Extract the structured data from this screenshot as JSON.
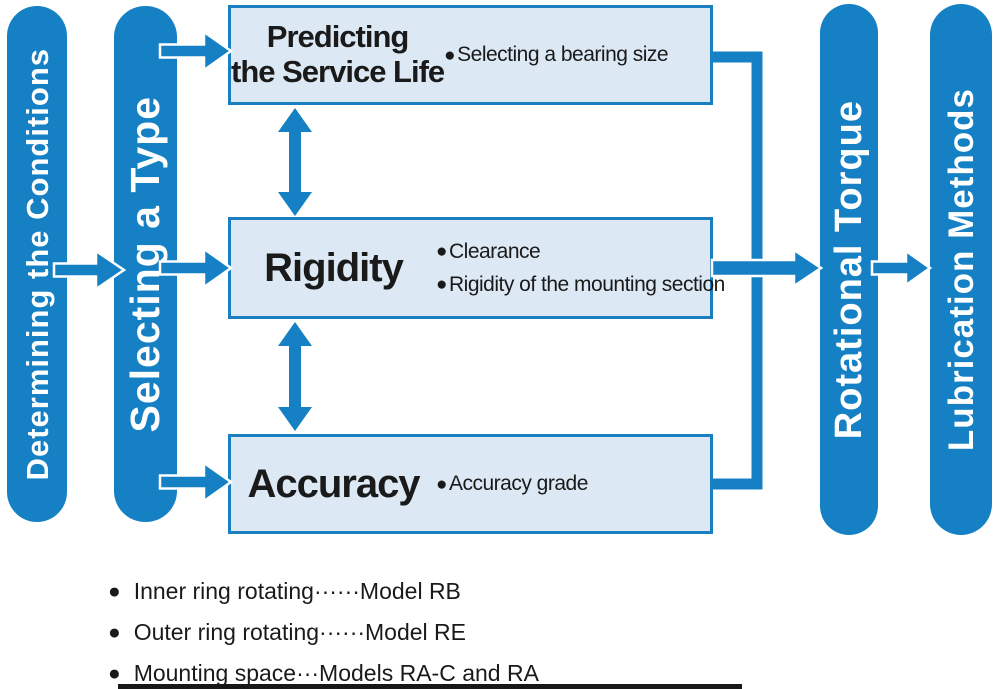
{
  "bullet_char": "●",
  "pills": {
    "determining": "Determining the Conditions",
    "selecting_type": "Selecting a Type",
    "rotational_torque": "Rotational Torque",
    "lubrication_methods": "Lubrication Methods"
  },
  "boxes": [
    {
      "title_lines": [
        "Predicting",
        "the Service Life"
      ],
      "bullets": [
        "Selecting a bearing size"
      ]
    },
    {
      "title_lines": [
        "Rigidity"
      ],
      "bullets": [
        "Clearance",
        "Rigidity of the mounting section"
      ]
    },
    {
      "title_lines": [
        "Accuracy"
      ],
      "bullets": [
        "Accuracy grade"
      ]
    }
  ],
  "notes": [
    "Inner ring rotating······Model RB",
    "Outer ring rotating······Model RE",
    "Mounting space···Models RA-C and RA"
  ],
  "colors": {
    "accent_blue": "#1581c4",
    "box_fill": "#dce8f4",
    "box_border": "#1a7fc0",
    "text_dark": "#1a1a1a",
    "pill_text": "#ffffff"
  }
}
